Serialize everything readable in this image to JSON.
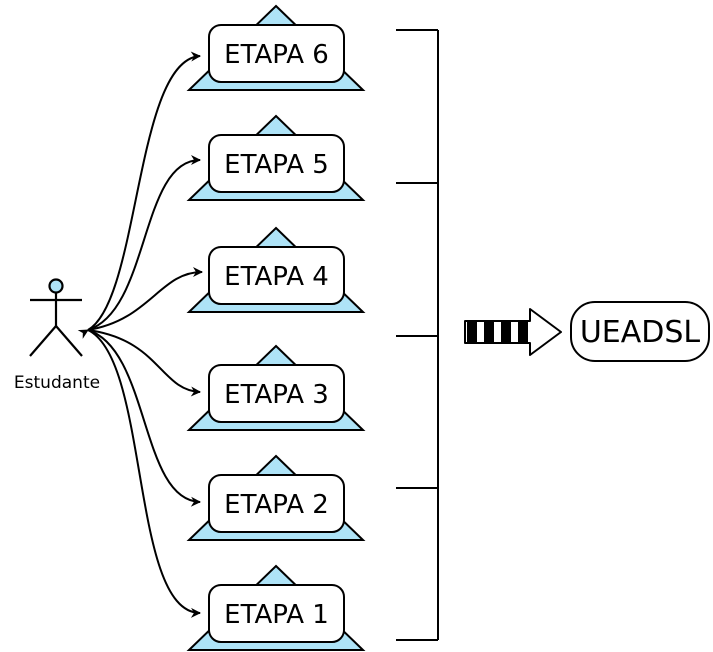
{
  "actor": {
    "label": "Estudante",
    "icon": "stick-figure-icon"
  },
  "stages": [
    {
      "label": "ETAPA 6"
    },
    {
      "label": "ETAPA 5"
    },
    {
      "label": "ETAPA 4"
    },
    {
      "label": "ETAPA 3"
    },
    {
      "label": "ETAPA 2"
    },
    {
      "label": "ETAPA 1"
    }
  ],
  "target": {
    "label": "UEADSL"
  },
  "colors": {
    "triangle_fill": "#aee3f7",
    "actor_head_fill": "#aee3f7",
    "stroke": "#000000",
    "box_fill": "#ffffff"
  }
}
